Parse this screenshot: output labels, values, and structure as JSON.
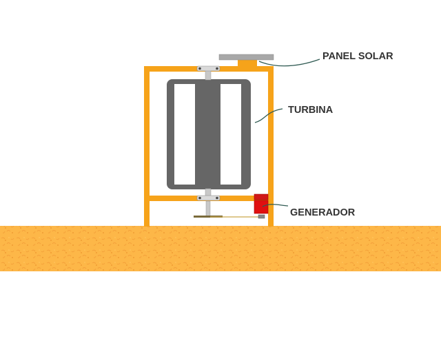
{
  "labels": {
    "panel_solar": "PANEL SOLAR",
    "turbina": "TURBINA",
    "generador": "GENERADOR"
  },
  "colors": {
    "frame": "#f6a31a",
    "ground": "#fdb748",
    "ground_speckle": "#f4a13a",
    "turbine": "#666666",
    "blade_window": "#ffffff",
    "shaft": "#c8c8c8",
    "bearing": "#d9d9d9",
    "solar_panel": "#a8a8a8",
    "generator": "#e01010",
    "leader_line": "#2f5a52",
    "label_text": "#333333"
  }
}
